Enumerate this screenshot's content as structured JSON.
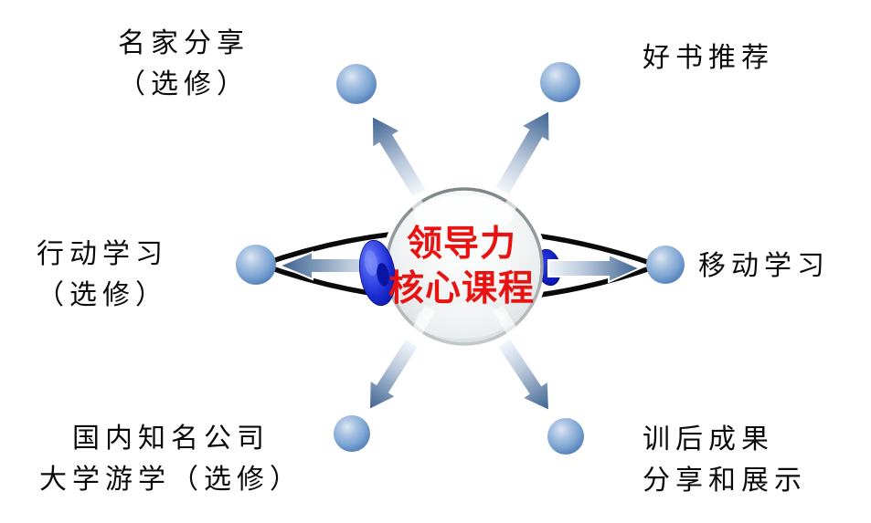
{
  "diagram": {
    "type": "radial-concept-diagram",
    "center": {
      "line1": "领导力",
      "line2": "核心课程"
    },
    "nodes": {
      "top_left": {
        "line1": "名家分享",
        "line2": "（选修）"
      },
      "top_right": {
        "line1": "好书推荐"
      },
      "left": {
        "line1": "行动学习",
        "line2": "（选修）"
      },
      "right": {
        "line1": "移动学习"
      },
      "bottom_left": {
        "line1": "国内知名公司",
        "line2": "大学游学（选修）"
      },
      "bottom_right": {
        "line1": "训后成果",
        "line2": "分享和展示"
      }
    },
    "colors": {
      "background": "#ffffff",
      "center_text": "#e81310",
      "label_text": "#0a0a0a",
      "orbit_line": "#0a0a0a",
      "node_sphere_edge": "#4a76b1",
      "node_sphere_highlight": "#dce7f3",
      "center_sphere_rim": "#838a8e",
      "arrow_dark": "#3a608f",
      "arrow_light": "#f3f7fb",
      "electron_disc_blue": "#1b2ace"
    }
  }
}
